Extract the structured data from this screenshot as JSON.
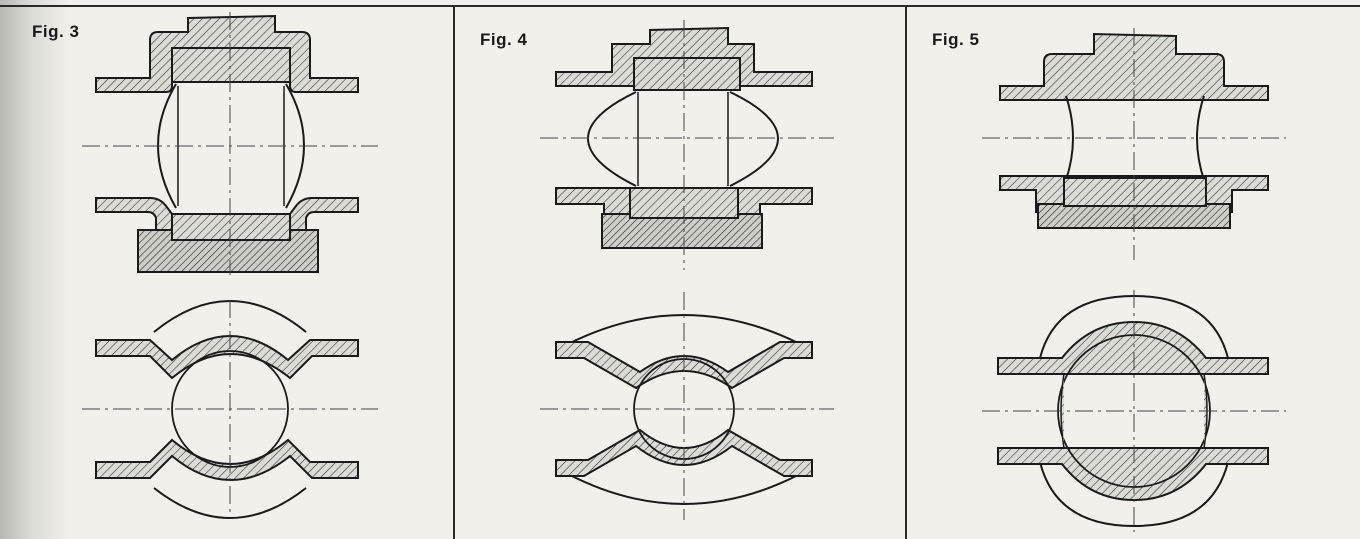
{
  "figures": [
    {
      "label": "Fig. 3"
    },
    {
      "label": "Fig. 4"
    },
    {
      "label": "Fig. 5"
    }
  ],
  "colors": {
    "line": "#1a1a1a",
    "hatch": "#2a2a2a",
    "paper": "#f1f0eb",
    "fill": "#d8d8d2"
  }
}
